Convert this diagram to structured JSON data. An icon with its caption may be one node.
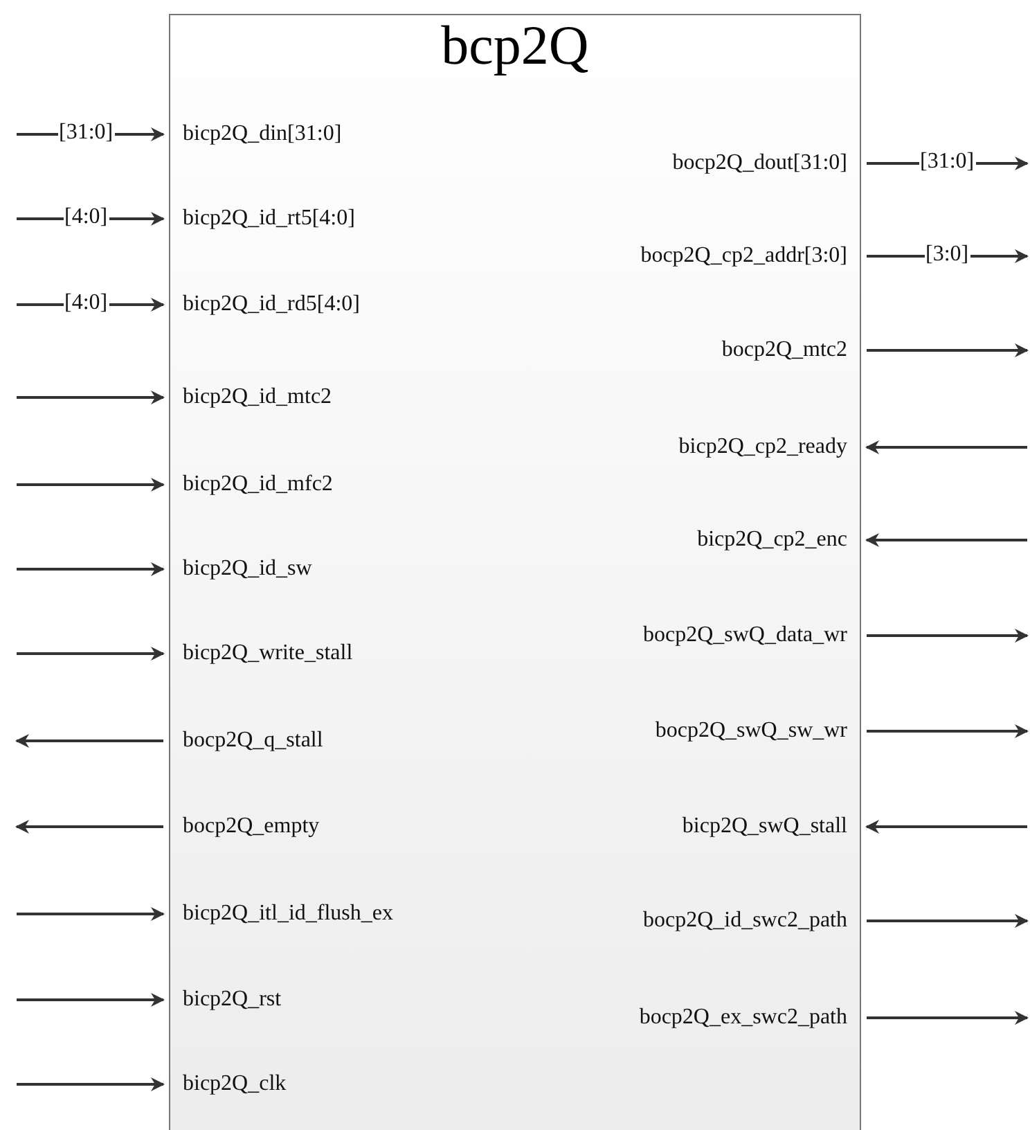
{
  "diagram": {
    "nodes": [
      {
        "text": [
          "bcp2Q"
        ]
      },
      {
        "text": [
          "bicp2Q_din[31:0]"
        ],
        "in": 0
      },
      {
        "text": [
          "bicp2Q_id_rt5[4:0]"
        ],
        "in": 0
      },
      {
        "text": [
          "bicp2Q_id_rd5[4:0]"
        ],
        "in": 0
      },
      {
        "text": [
          "bicp2Q_id_mtc2"
        ],
        "in": 0
      },
      {
        "text": [
          "bicp2Q_id_mfc2"
        ],
        "in": 0
      },
      {
        "text": [
          "bicp2Q_id_sw"
        ],
        "in": 0
      },
      {
        "text": [
          "bicp2Q_write_stall"
        ],
        "in": 0
      },
      {
        "text": [
          "bocp2Q_q_stall"
        ],
        "in": 0
      },
      {
        "text": [
          "bocp2Q_empty"
        ],
        "in": 0
      },
      {
        "text": [
          "bicp2Q_itl_id_flush_ex"
        ],
        "in": 0
      },
      {
        "text": [
          "bicp2Q_rst"
        ],
        "in": 0
      },
      {
        "text": [
          "bicp2Q_clk"
        ],
        "in": 0
      },
      {
        "text": [
          "bocp2Q_dout[31:0]"
        ],
        "in": 0
      },
      {
        "text": [
          "bocp2Q_cp2_addr[3:0]"
        ],
        "in": 0
      },
      {
        "text": [
          "bocp2Q_mtc2"
        ],
        "in": 0
      },
      {
        "text": [
          "bicp2Q_cp2_ready"
        ],
        "in": 0
      },
      {
        "text": [
          "bicp2Q_cp2_enc"
        ],
        "in": 0
      },
      {
        "text": [
          "bocp2Q_swQ_data_wr"
        ],
        "in": 0
      },
      {
        "text": [
          "bocp2Q_swQ_sw_wr"
        ],
        "in": 0
      },
      {
        "text": [
          "bicp2Q_swQ_stall"
        ],
        "in": 0
      },
      {
        "text": [
          "bocp2Q_id_swc2_path"
        ],
        "in": 0
      },
      {
        "text": [
          "bocp2Q_ex_swc2_path"
        ],
        "in": 0
      }
    ],
    "edges": [
      {
        "from": null,
        "to": 1,
        "arrow": "to",
        "label": "[31:0]"
      },
      {
        "from": null,
        "to": 2,
        "arrow": "to",
        "label": "[4:0]"
      },
      {
        "from": null,
        "to": 3,
        "arrow": "to",
        "label": "[4:0]"
      },
      {
        "from": null,
        "to": 4,
        "arrow": "to"
      },
      {
        "from": null,
        "to": 5,
        "arrow": "to"
      },
      {
        "from": null,
        "to": 6,
        "arrow": "to"
      },
      {
        "from": null,
        "to": 7,
        "arrow": "to"
      },
      {
        "from": 8,
        "to": null,
        "arrow": "to"
      },
      {
        "from": 9,
        "to": null,
        "arrow": "to"
      },
      {
        "from": null,
        "to": 10,
        "arrow": "to"
      },
      {
        "from": null,
        "to": 11,
        "arrow": "to"
      },
      {
        "from": null,
        "to": 12,
        "arrow": "to"
      },
      {
        "from": 13,
        "to": null,
        "arrow": "to",
        "label": "[31:0]"
      },
      {
        "from": 14,
        "to": null,
        "arrow": "to",
        "label": "[3:0]"
      },
      {
        "from": 15,
        "to": null,
        "arrow": "to"
      },
      {
        "from": null,
        "to": 16,
        "arrow": "to"
      },
      {
        "from": null,
        "to": 17,
        "arrow": "to"
      },
      {
        "from": 18,
        "to": null,
        "arrow": "to"
      },
      {
        "from": 19,
        "to": null,
        "arrow": "to"
      },
      {
        "from": null,
        "to": 20,
        "arrow": "to"
      },
      {
        "from": 21,
        "to": null,
        "arrow": "to"
      },
      {
        "from": 22,
        "to": null,
        "arrow": "to"
      }
    ]
  }
}
